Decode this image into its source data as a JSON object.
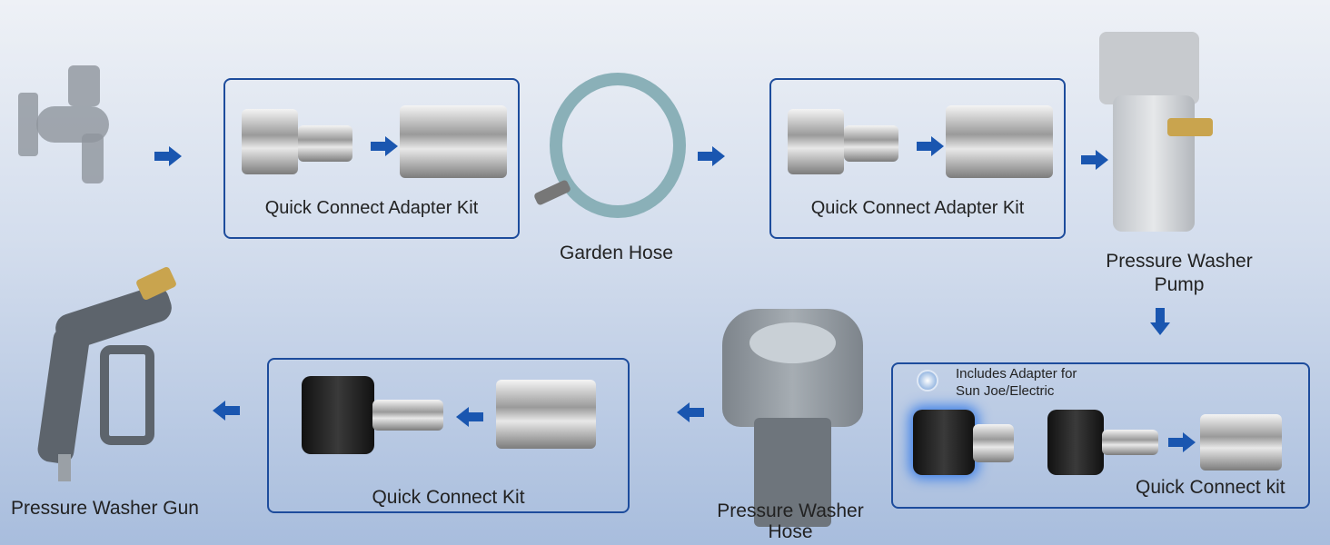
{
  "steps": {
    "faucet": {
      "icon": "faucet-icon"
    },
    "adapter_kit_1": {
      "label": "Quick Connect Adapter Kit"
    },
    "garden_hose": {
      "label": "Garden Hose"
    },
    "adapter_kit_2": {
      "label": "Quick Connect Adapter Kit"
    },
    "pump": {
      "label_line1": "Pressure Washer",
      "label_line2": "Pump"
    },
    "quick_connect_kit_right": {
      "label": "Quick Connect kit",
      "note_line1": "Includes Adapter for",
      "note_line2": "Sun Joe/Electric"
    },
    "pw_hose": {
      "label_line1": "Pressure Washer",
      "label_line2": "Hose"
    },
    "quick_connect_kit_left": {
      "label": "Quick Connect Kit"
    },
    "gun": {
      "label": "Pressure Washer Gun"
    }
  },
  "colors": {
    "accent": "#1d4c9c",
    "arrow": "#1a56b0"
  }
}
